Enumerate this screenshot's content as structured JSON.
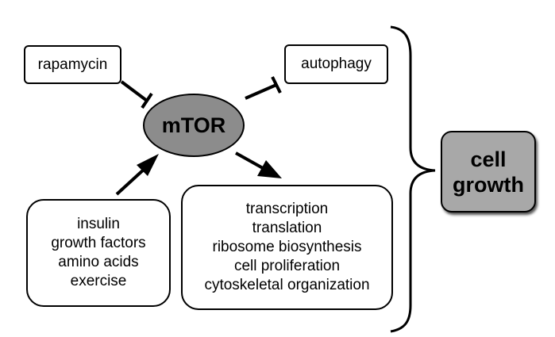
{
  "nodes": {
    "rapamycin": "rapamycin",
    "autophagy": "autophagy",
    "mtor": "mTOR",
    "inputs": [
      "insulin",
      "growth factors",
      "amino acids",
      "exercise"
    ],
    "outputs": [
      "transcription",
      "translation",
      "ribosome biosynthesis",
      "cell proliferation",
      "cytoskeletal organization"
    ],
    "cell_growth": [
      "cell",
      "growth"
    ]
  },
  "colors": {
    "mtor_fill": "#8c8c8c",
    "cell_growth_fill": "#a8a8a8",
    "stroke": "#000000"
  }
}
